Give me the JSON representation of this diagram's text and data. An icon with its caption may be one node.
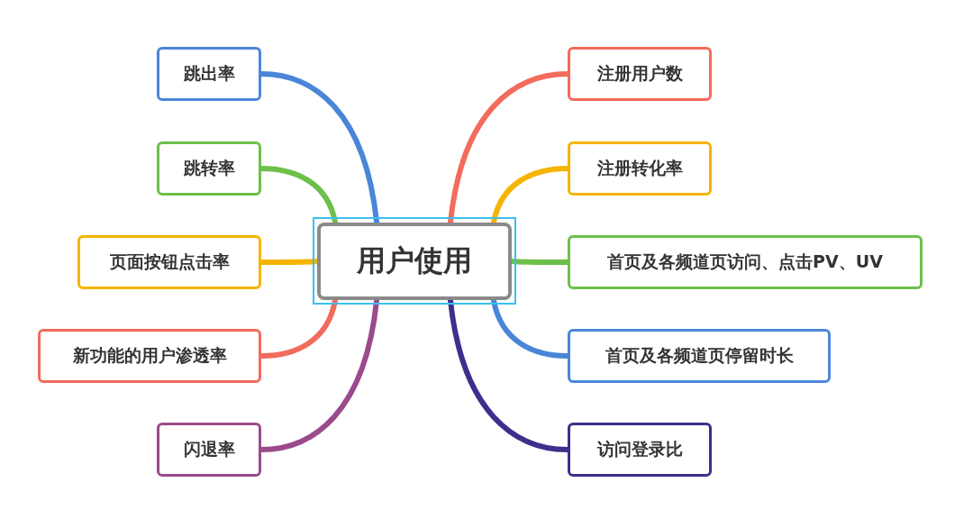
{
  "diagram": {
    "nodes": [
      {
        "text": [
          "用户使用"
        ]
      },
      {
        "text": [
          "跳出率"
        ]
      },
      {
        "text": [
          "跳转率"
        ]
      },
      {
        "text": [
          "页面按钮点击率"
        ]
      },
      {
        "text": [
          "新功能的用户渗透率"
        ]
      },
      {
        "text": [
          "闪退率"
        ]
      },
      {
        "text": [
          "注册用户数"
        ]
      },
      {
        "text": [
          "注册转化率"
        ]
      },
      {
        "text": [
          "首页及各频道页访问、点击PV、UV"
        ]
      },
      {
        "text": [
          "首页及各频道页停留时长"
        ]
      },
      {
        "text": [
          "访问登录比"
        ]
      }
    ],
    "edges": [
      {
        "from": 0,
        "to": 1,
        "arrow": "none",
        "color": "#4a86d8"
      },
      {
        "from": 0,
        "to": 2,
        "arrow": "none",
        "color": "#6cc04a"
      },
      {
        "from": 0,
        "to": 3,
        "arrow": "none",
        "color": "#f5b400"
      },
      {
        "from": 0,
        "to": 4,
        "arrow": "none",
        "color": "#f26b5b"
      },
      {
        "from": 0,
        "to": 5,
        "arrow": "none",
        "color": "#9b4a8c"
      },
      {
        "from": 0,
        "to": 6,
        "arrow": "none",
        "color": "#f26b5b"
      },
      {
        "from": 0,
        "to": 7,
        "arrow": "none",
        "color": "#f5b400"
      },
      {
        "from": 0,
        "to": 8,
        "arrow": "none",
        "color": "#6cc04a"
      },
      {
        "from": 0,
        "to": 9,
        "arrow": "none",
        "color": "#4a86d8"
      },
      {
        "from": 0,
        "to": 10,
        "arrow": "none",
        "color": "#3d2f8c"
      }
    ]
  }
}
